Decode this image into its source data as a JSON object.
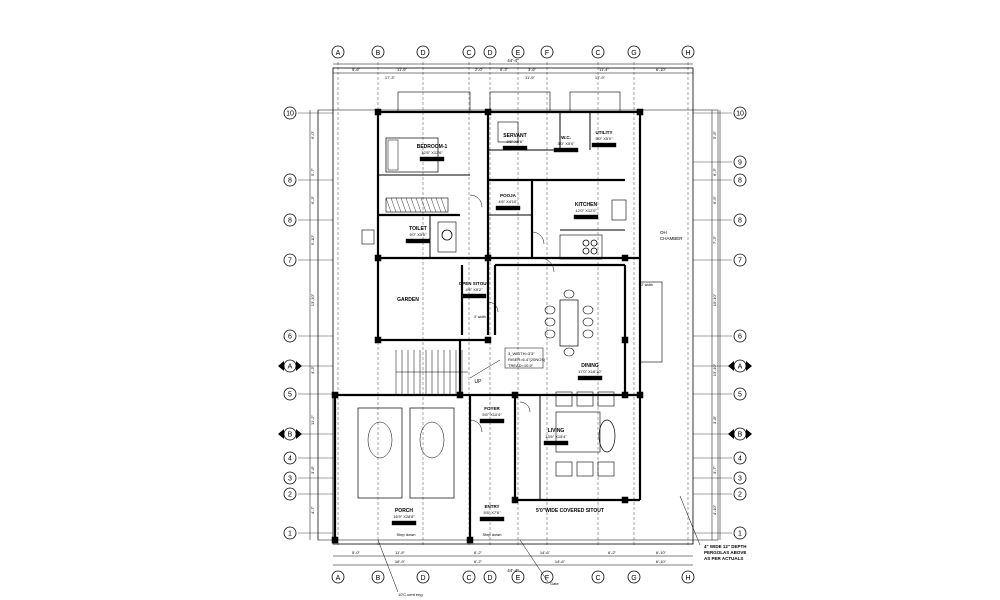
{
  "grid_top": [
    "A",
    "B",
    "D",
    "C",
    "D",
    "E",
    "F",
    "C",
    "G",
    "H"
  ],
  "grid_bottom": [
    "A",
    "B",
    "D",
    "C",
    "D",
    "E",
    "F",
    "C",
    "G",
    "H"
  ],
  "grid_left": [
    "10",
    "8",
    "8",
    "7",
    "6",
    "A",
    "5",
    "B",
    "4",
    "3",
    "2",
    "1"
  ],
  "grid_right": [
    "10",
    "9",
    "8",
    "8",
    "7",
    "6",
    "A",
    "5",
    "B",
    "4",
    "3",
    "2",
    "1"
  ],
  "dims_top": [
    "5'-6\"",
    "11'-9\"",
    "2'-0\"",
    "6'-3\"",
    "3'-6\"",
    "11'-4\"",
    "6'-10\""
  ],
  "dims_top_row2": [
    "17'-3\"",
    "11'-9\"",
    "17'-9\""
  ],
  "dims_top_total": "44'-4\"",
  "dims_bottom": [
    "5'-0\"",
    "11'-9\"",
    "6'-2\"",
    "14'-6\"",
    "6'-2\"",
    "6'-10\""
  ],
  "dims_bottom_row2": [
    "16'-9\"",
    "6'-2\"",
    "14'-6\"",
    "6'-10\""
  ],
  "dims_bottom_total": "44'-4\"",
  "dims_right": [
    "5'-5\"",
    "6'-3\"",
    "6'-5\"",
    "7'-3\"",
    "15'-10\"",
    "13'-10\"",
    "3'-8\"",
    "3'-7\"",
    "4'-10\""
  ],
  "dims_left": [
    "6'-0\"",
    "5'-7\"",
    "6'-3\"",
    "5'-10\"",
    "13'-10\"",
    "4'-3\"",
    "11'-2\"",
    "3'-8\"",
    "4'-7\""
  ],
  "rooms": {
    "bedroom": {
      "name": "BEDROOM-1",
      "size": "12'6\" X12'6\""
    },
    "servant": {
      "name": "SERVANT",
      "size": "8'6\" X8'6\""
    },
    "wc": {
      "name": "W.C.",
      "size": "3'0\" X5'0\""
    },
    "utility": {
      "name": "UTILITY",
      "size": "5'0\" X5'0\""
    },
    "pooja": {
      "name": "POOJA",
      "size": "4'6\" X4'10\""
    },
    "kitchen": {
      "name": "KITCHEN",
      "size": "12'0\" X12'0\""
    },
    "toilet": {
      "name": "TOILET",
      "size": "9'0\" X5'0\""
    },
    "open_sitout": {
      "name": "OPEN SITOUT",
      "size": "4'6\" X9'2\""
    },
    "garden": {
      "name": "GARDEN"
    },
    "dining": {
      "name": "DINING",
      "size": "17'0\" X16'10\""
    },
    "foyer": {
      "name": "FOYER",
      "size": "5'6\" X10'4\""
    },
    "living": {
      "name": "LIVING",
      "size": "13'6\" X15'4\""
    },
    "porch": {
      "name": "PORCH",
      "size": "16'9\" X28'8\""
    },
    "entry": {
      "name": "ENTRY",
      "size": "5'6\" X7'6\""
    },
    "covered_sitout": {
      "name": "5'0\"WIDE COVERED SITOUT"
    }
  },
  "stair_note": [
    "3_WIDTH=3'3\"",
    "RISER=6.4\"(20NOS)",
    "TREAD=10.5\""
  ],
  "up_label": "UP",
  "oh_chamber": [
    "OH",
    "CHAMBER"
  ],
  "pergola_note": [
    "4\" WIDE 12\" DEPTH",
    "PERGOLAS ABOVE",
    "AS PER ACTUALS"
  ],
  "bottom_notes": [
    "Step down",
    "Step down",
    "Gate",
    "10'C.cent eng"
  ],
  "small_labels": [
    "3' width",
    "2' width"
  ]
}
